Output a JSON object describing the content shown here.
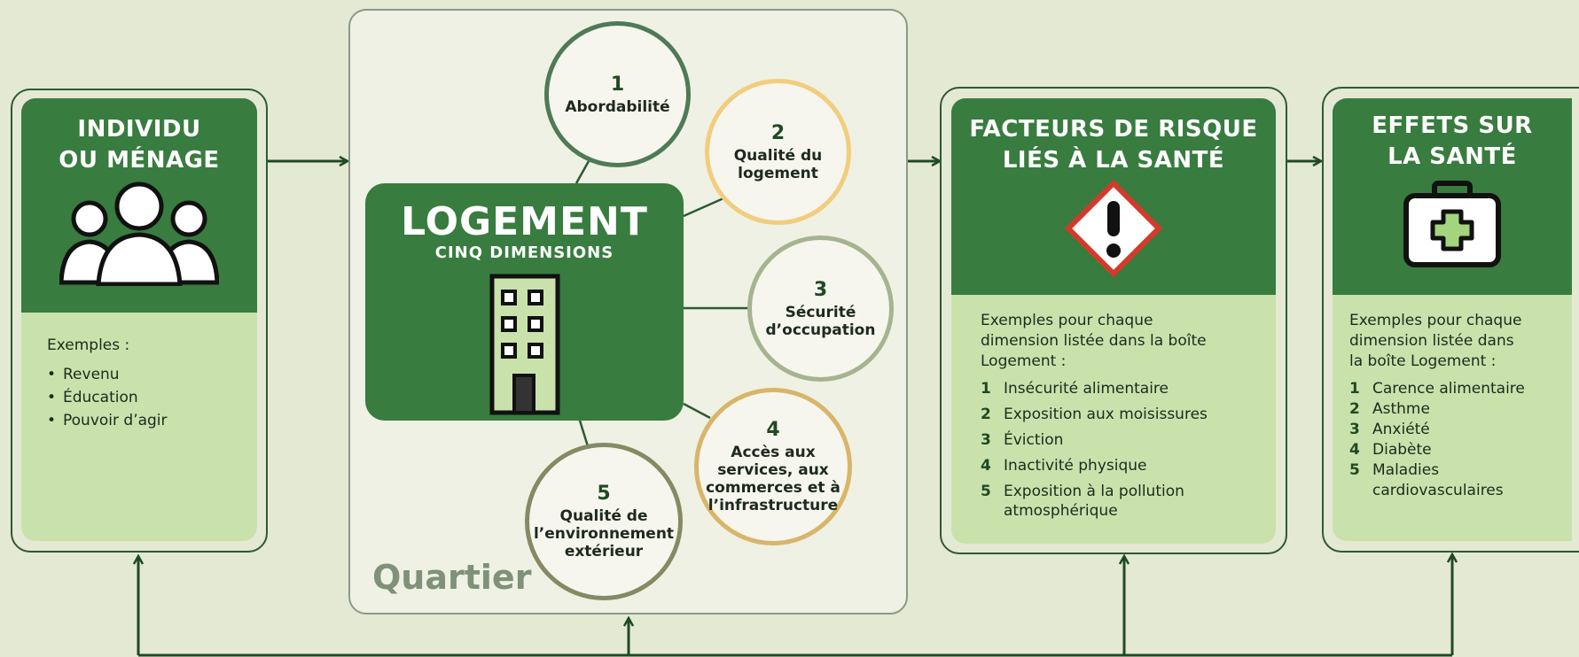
{
  "individu": {
    "title_line1": "INDIVIDU",
    "title_line2": "OU MÉNAGE",
    "icon": "people-group-icon",
    "intro": "Exemples :",
    "items": [
      "Revenu",
      "Éducation",
      "Pouvoir d’agir"
    ]
  },
  "quartier": {
    "label": "Quartier",
    "logement_title": "LOGEMENT",
    "logement_subtitle": "CINQ DIMENSIONS",
    "building_icon": "building-icon",
    "dimensions": [
      {
        "num": "1",
        "lines": [
          "Abordabilité"
        ],
        "color": "#4f7a56"
      },
      {
        "num": "2",
        "lines": [
          "Qualité du",
          "logement"
        ],
        "color": "#f2cd7e"
      },
      {
        "num": "3",
        "lines": [
          "Sécurité",
          "d’occupation"
        ],
        "color": "#a6b38f"
      },
      {
        "num": "4",
        "lines": [
          "Accès aux",
          "services, aux",
          "commerces et à",
          "l’infrastructure"
        ],
        "color": "#d9b56a"
      },
      {
        "num": "5",
        "lines": [
          "Qualité de",
          "l’environnement",
          "extérieur"
        ],
        "color": "#858a63"
      }
    ]
  },
  "risque": {
    "title_line1": "FACTEURS DE RISQUE",
    "title_line2": "LIÉS À LA SANTÉ",
    "icon": "warning-diamond-icon",
    "intro_lines": [
      "Exemples pour chaque",
      "dimension listée dans la boîte",
      "Logement :"
    ],
    "items": [
      {
        "num": "1",
        "lines": [
          "Insécurité alimentaire"
        ]
      },
      {
        "num": "2",
        "lines": [
          "Exposition aux moisissures"
        ]
      },
      {
        "num": "3",
        "lines": [
          "Éviction"
        ]
      },
      {
        "num": "4",
        "lines": [
          "Inactivité physique"
        ]
      },
      {
        "num": "5",
        "lines": [
          "Exposition à la pollution",
          "atmosphérique"
        ]
      }
    ]
  },
  "effets": {
    "title_line1": "EFFETS SUR",
    "title_line2": "LA SANTÉ",
    "icon": "first-aid-kit-icon",
    "intro_lines": [
      "Exemples pour chaque",
      "dimension listée dans",
      "la boîte Logement :"
    ],
    "items": [
      {
        "num": "1",
        "lines": [
          "Carence alimentaire"
        ]
      },
      {
        "num": "2",
        "lines": [
          "Asthme"
        ]
      },
      {
        "num": "3",
        "lines": [
          "Anxiété"
        ]
      },
      {
        "num": "4",
        "lines": [
          "Diabète"
        ]
      },
      {
        "num": "5",
        "lines": [
          "Maladies",
          "cardiovasculaires"
        ]
      }
    ]
  },
  "colors": {
    "dark_green": "#387c3f",
    "light_green": "#c9e2ac",
    "background": "#e4e9d3",
    "line": "#1f4a24"
  }
}
